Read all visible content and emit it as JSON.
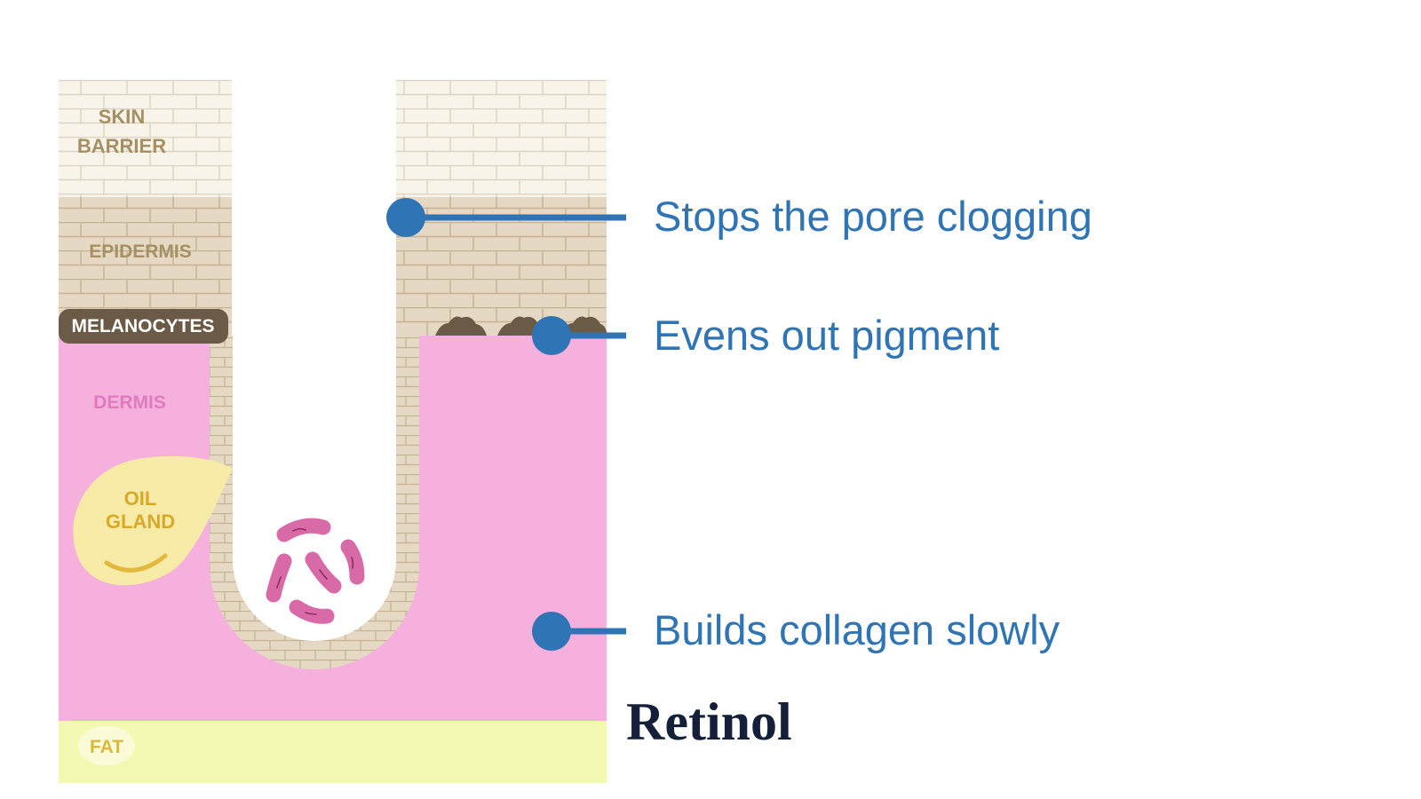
{
  "title": "Retinol",
  "layers": {
    "skin_barrier_line1": "SKIN",
    "skin_barrier_line2": "BARRIER",
    "epidermis": "EPIDERMIS",
    "melanocytes": "MELANOCYTES",
    "dermis": "DERMIS",
    "oil_gland_line1": "OIL",
    "oil_gland_line2": "GLAND",
    "fat": "FAT"
  },
  "callouts": [
    {
      "text": "Stops the pore clogging"
    },
    {
      "text": "Evens out pigment"
    },
    {
      "text": "Builds collagen slowly"
    }
  ],
  "colors": {
    "callout": "#2f74b5",
    "barrier": "#f8f4e9",
    "epidermis": "#e6d9c4",
    "melanocytes": "#6b5a45",
    "dermis": "#f5b0dd",
    "oil_gland": "#f7eba7",
    "fat": "#f4f9b1",
    "bacteria": "#d96aa8",
    "title": "#14203a"
  }
}
